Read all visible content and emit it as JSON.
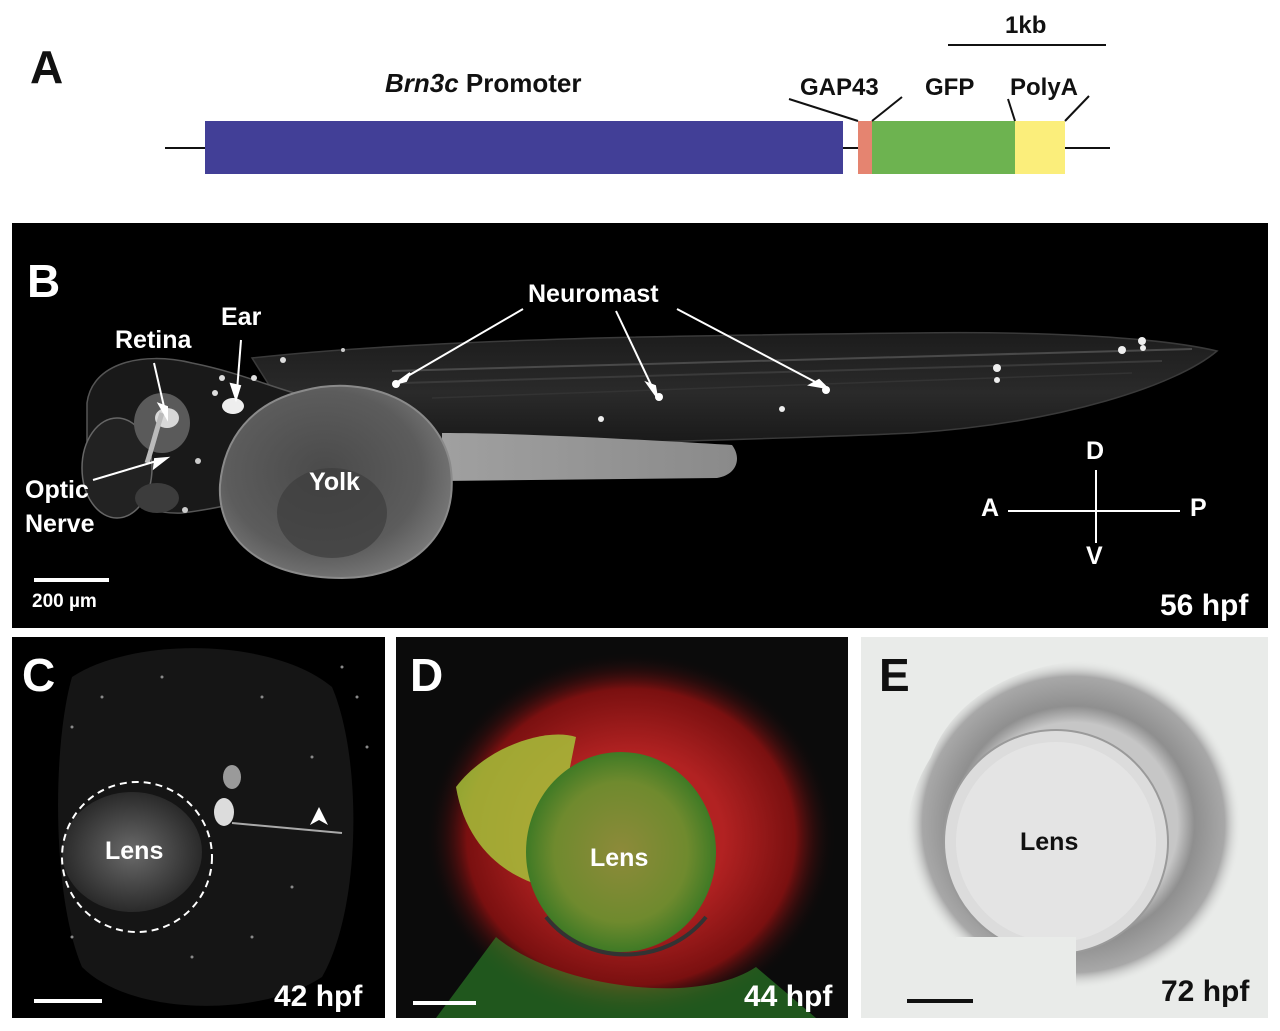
{
  "panel_a": {
    "letter": "A",
    "promoter_italic": "Brn3c",
    "promoter_rest": " Promoter",
    "gap43": "GAP43",
    "gfp": "GFP",
    "polya": "PolyA",
    "scale": "1kb",
    "colors": {
      "promoter": "#423f97",
      "gap43": "#e58470",
      "gfp": "#6db350",
      "polya": "#fbee7b"
    }
  },
  "panel_b": {
    "letter": "B",
    "retina": "Retina",
    "ear": "Ear",
    "neuromast": "Neuromast",
    "optic_line1": "Optic",
    "optic_line2": "Nerve",
    "yolk": "Yolk",
    "axis_d": "D",
    "axis_v": "V",
    "axis_a": "A",
    "axis_p": "P",
    "scale_label": "200 µm",
    "stage": "56 hpf"
  },
  "panel_c": {
    "letter": "C",
    "lens": "Lens",
    "stage": "42 hpf"
  },
  "panel_d": {
    "letter": "D",
    "lens": "Lens",
    "stage": "44 hpf"
  },
  "panel_e": {
    "letter": "E",
    "lens": "Lens",
    "stage": "72 hpf"
  }
}
